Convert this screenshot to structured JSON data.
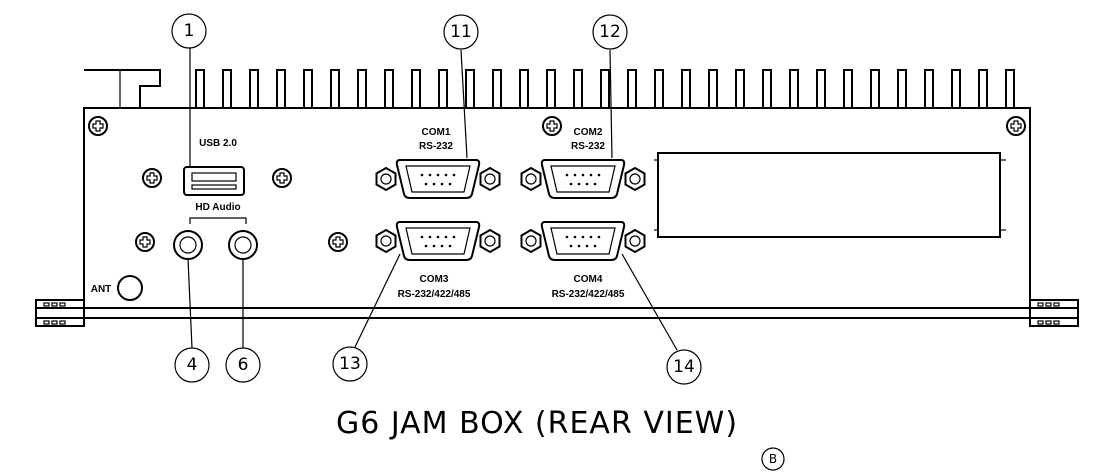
{
  "title": "G6 JAM BOX (REAR VIEW)",
  "title_badge": "B",
  "callouts": {
    "c1": "1",
    "c11": "11",
    "c12": "12",
    "c4": "4",
    "c6": "6",
    "c13": "13",
    "c14": "14"
  },
  "labels": {
    "usb": "USB 2.0",
    "hd_audio": "HD Audio",
    "com1": "COM1",
    "com1_type": "RS-232",
    "com2": "COM2",
    "com2_type": "RS-232",
    "com3": "COM3",
    "com3_type": "RS-232/422/485",
    "com4": "COM4",
    "com4_type": "RS-232/422/485",
    "ant": "ANT"
  }
}
